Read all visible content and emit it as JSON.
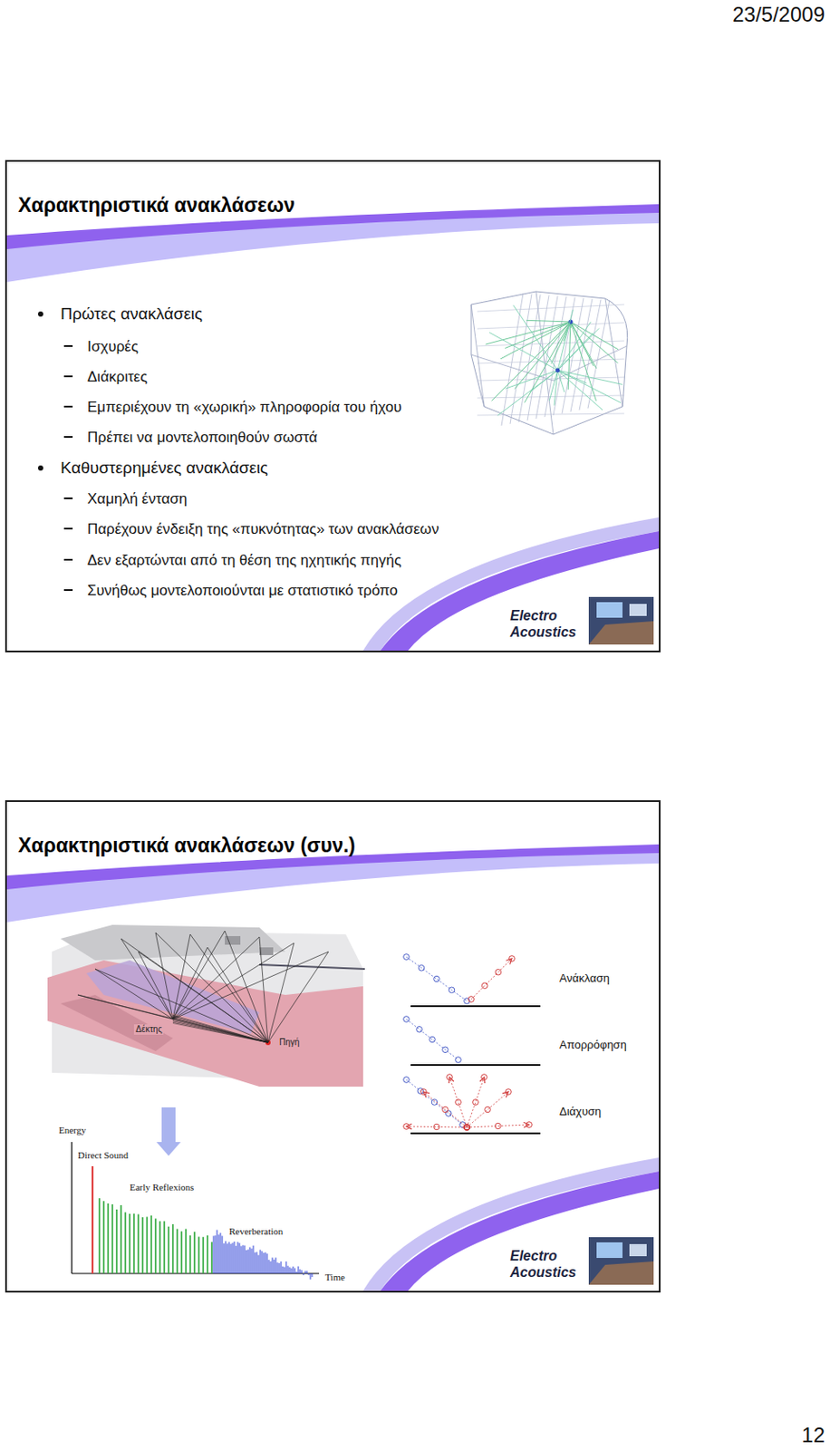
{
  "diagram": {
    "nodes": [
      {
        "text": [
          "Χαρακτηριστικά ανακλάσεων",
          "Πρώτες ανακλάσεις",
          "Ισχυρές",
          "Διάκριτες",
          "Εμπεριέχουν τη «χωρική» πληροφορία του ήχου",
          "Πρέπει να μοντελοποιηθούν σωστά",
          "Καθυστερημένες ανακλάσεις",
          "Χαμηλή ένταση",
          "Παρέχουν ένδειξη της «πυκνότητας» των ανακλάσεων",
          "Δεν εξαρτώνται από τη θέση της ηχητικής πηγής",
          "Συνήθως μοντελοποιούνται με στατιστικό τρόπο"
        ]
      },
      {
        "text": [
          "Χαρακτηριστικά ανακλάσεων (συν.)"
        ]
      }
    ],
    "labels": [
      "23/5/2009",
      "Electro Acoustics",
      "Δέκτης",
      "Πηγή",
      "Energy",
      "Direct Sound",
      "Early Reflexions",
      "Reverberation",
      "Time",
      "Ανάκλαση",
      "Απορρόφηση",
      "Διάχυση",
      "Electro Acoustics",
      "12"
    ]
  }
}
